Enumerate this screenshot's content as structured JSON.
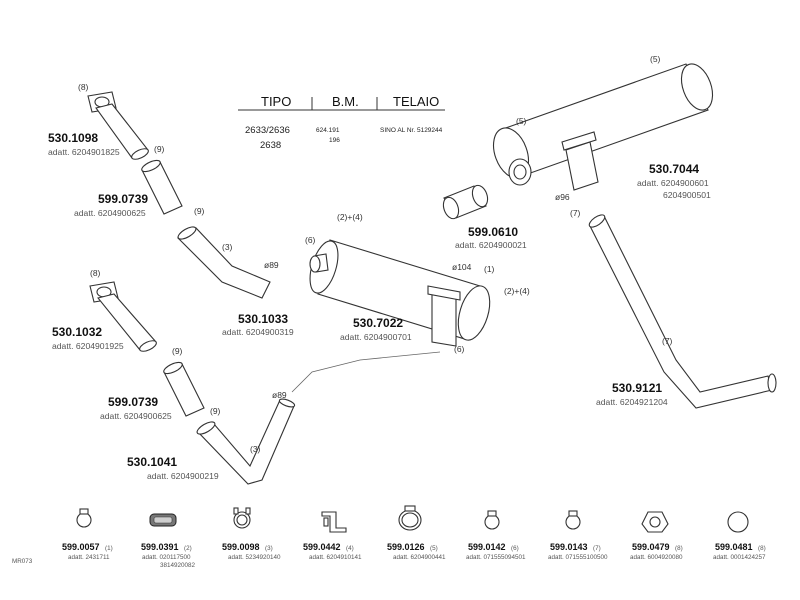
{
  "header": {
    "col_tipo": "TIPO",
    "col_bm": "B.M.",
    "col_telaio": "TELAIO",
    "tipo_1": "2633/2636",
    "tipo_2": "2638",
    "bm_1": "624.191",
    "bm_2": "196",
    "telaio_1": "SINO AL Nr. 5129244"
  },
  "parts": {
    "p530_1098": {
      "number": "530.1098",
      "adatt": "adatt. 6204901825",
      "ref": "(8)"
    },
    "p599_0739_a": {
      "number": "599.0739",
      "adatt": "adatt. 6204900625",
      "ref": "(9)"
    },
    "p530_1033": {
      "number": "530.1033",
      "adatt": "adatt. 6204900319",
      "ref_a": "(9)",
      "ref_b": "(3)",
      "dia": "ø89"
    },
    "p530_1032": {
      "number": "530.1032",
      "adatt": "adatt. 6204901925",
      "ref": "(8)"
    },
    "p599_0739_b": {
      "number": "599.0739",
      "adatt": "adatt. 6204900625",
      "ref": "(9)"
    },
    "p530_1041": {
      "number": "530.1041",
      "adatt": "adatt. 6204900219",
      "ref_a": "(9)",
      "ref_b": "(3)",
      "dia": "ø89"
    },
    "p530_7022": {
      "number": "530.7022",
      "adatt": "adatt. 6204900701",
      "ref_top": "(2)+(4)",
      "ref_left": "(6)",
      "ref_1": "(1)",
      "ref_24b": "(2)+(4)",
      "ref_6b": "(6)",
      "dia": "ø104"
    },
    "p599_0610": {
      "number": "599.0610",
      "adatt": "adatt. 6204900021"
    },
    "p530_7044": {
      "number": "530.7044",
      "adatt_1": "adatt. 6204900601",
      "adatt_2": "6204900501",
      "ref_a": "(5)",
      "ref_b": "(5)",
      "dia": "ø96"
    },
    "p530_9121": {
      "number": "530.9121",
      "adatt": "adatt. 6204921204",
      "ref_a": "(7)",
      "ref_b": "(7)"
    }
  },
  "bottom_parts": [
    {
      "number": "599.0057",
      "ref": "(1)",
      "adatt": "adatt. 2431711",
      "adatt2": "",
      "icon": "clamp-icon"
    },
    {
      "number": "599.0391",
      "ref": "(2)",
      "adatt": "adatt. 020117500",
      "adatt2": "3814920082",
      "icon": "rubber-mount-icon"
    },
    {
      "number": "599.0098",
      "ref": "(3)",
      "adatt": "adatt. 5234920140",
      "adatt2": "",
      "icon": "u-bolt-clamp-icon"
    },
    {
      "number": "599.0442",
      "ref": "(4)",
      "adatt": "adatt. 6204910141",
      "adatt2": "",
      "icon": "bracket-icon"
    },
    {
      "number": "599.0126",
      "ref": "(5)",
      "adatt": "adatt. 6204900441",
      "adatt2": "",
      "icon": "band-clamp-icon"
    },
    {
      "number": "599.0142",
      "ref": "(6)",
      "adatt": "adatt. 071555094501",
      "adatt2": "",
      "icon": "clamp-icon"
    },
    {
      "number": "599.0143",
      "ref": "(7)",
      "adatt": "adatt. 071555100500",
      "adatt2": "",
      "icon": "clamp-icon"
    },
    {
      "number": "599.0479",
      "ref": "(8)",
      "adatt": "adatt. 6004920080",
      "adatt2": "",
      "icon": "gasket-icon"
    },
    {
      "number": "599.0481",
      "ref": "(8)",
      "adatt": "adatt. 0001424257",
      "adatt2": "",
      "icon": "ring-gasket-icon"
    }
  ],
  "footer": {
    "code": "MR073"
  }
}
